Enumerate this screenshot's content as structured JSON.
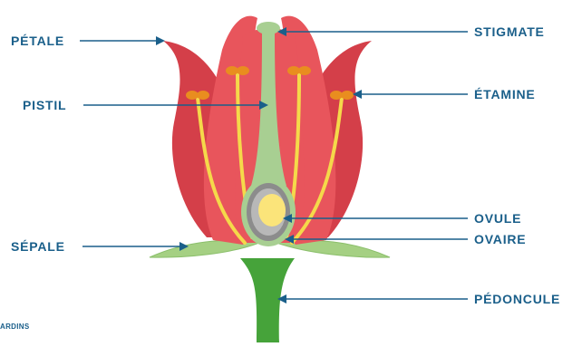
{
  "labels": {
    "petale": "PÉTALE",
    "pistil": "PISTIL",
    "sepale": "SÉPALE",
    "stigmate": "STIGMATE",
    "etamine": "ÉTAMINE",
    "ovule": "OVULE",
    "ovaire": "OVAIRE",
    "pedoncule": "PÉDONCULE"
  },
  "credit": "ARDINS",
  "colors": {
    "label_text": "#1a5f8a",
    "leader_line": "#1a5f8a",
    "petal_red": "#e8555c",
    "petal_dark": "#d43f49",
    "filament_yellow": "#f5d94a",
    "anther_orange": "#e98d1f",
    "pistil_green": "#a8cf92",
    "ovary_grey": "#8c8c8c",
    "ovule_yellow": "#fbe47a",
    "sepal_green": "#a5d083",
    "stem_green": "#46a33a"
  }
}
